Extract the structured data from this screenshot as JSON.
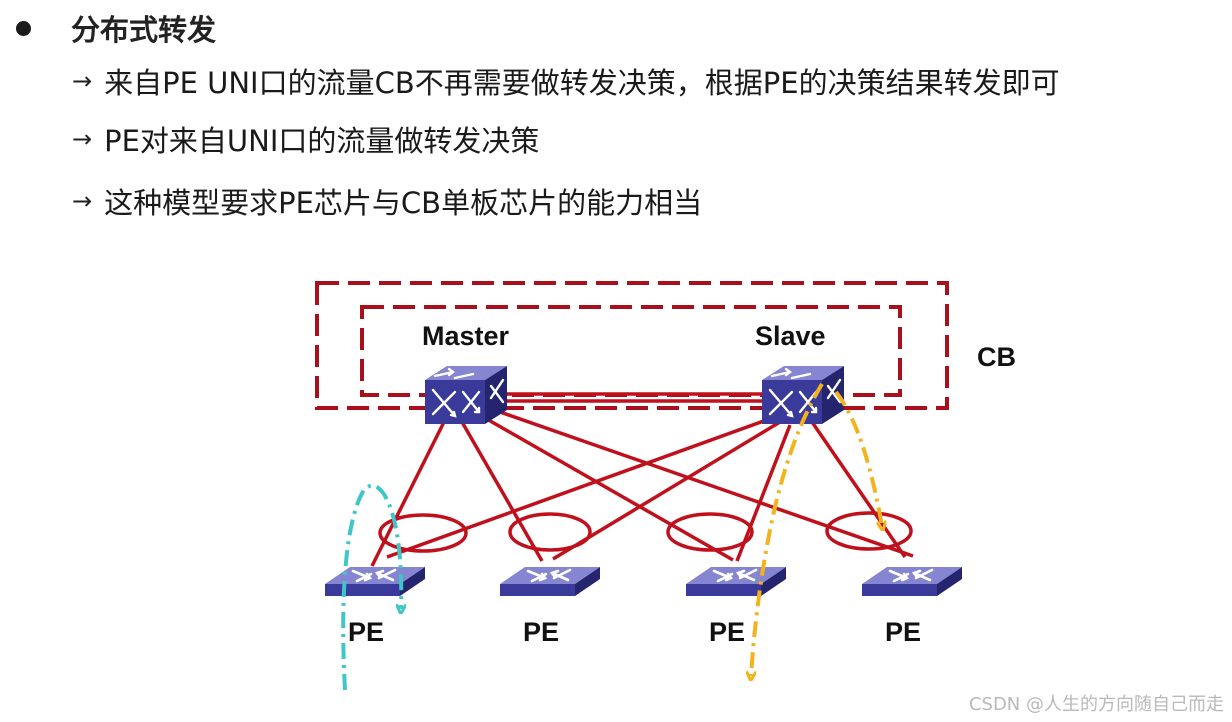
{
  "heading": {
    "title": "分布式转发"
  },
  "points": [
    {
      "arrow": "→",
      "text": "来自PE  UNI口的流量CB不再需要做转发决策，根据PE的决策结果转发即可"
    },
    {
      "arrow": "→",
      "text": "PE对来自UNI口的流量做转发决策"
    },
    {
      "arrow": "→",
      "text": "这种模型要求PE芯片与CB单板芯片的能力相当"
    }
  ],
  "diagram": {
    "master_label": "Master",
    "slave_label": "Slave",
    "cb_label": "CB",
    "pe_labels": [
      "PE",
      "PE",
      "PE",
      "PE"
    ],
    "colors": {
      "link": "#c0101c",
      "cb_box": "#a8101c",
      "flow_cyan": "#3fc6c8",
      "flow_yellow": "#f2b31c",
      "switch_top": "#7f7fcf",
      "switch_side": "#2a2a86"
    }
  },
  "watermark": "CSDN @人生的方向随自己而走"
}
